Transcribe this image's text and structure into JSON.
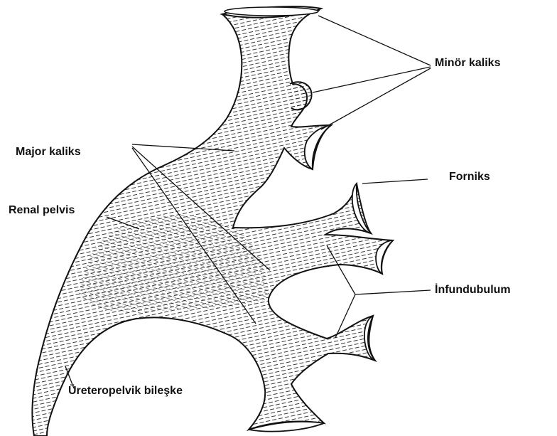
{
  "labels": {
    "minor_kaliks": "Minör kaliks",
    "major_kaliks": "Major kaliks",
    "forniks": "Forniks",
    "renal_pelvis": "Renal pelvis",
    "infundubulum": "İnfundubulum",
    "ureteropelvik": "Üreteropelvik bileşke"
  },
  "colors": {
    "ink": "#111111",
    "fill": "#ffffff"
  }
}
